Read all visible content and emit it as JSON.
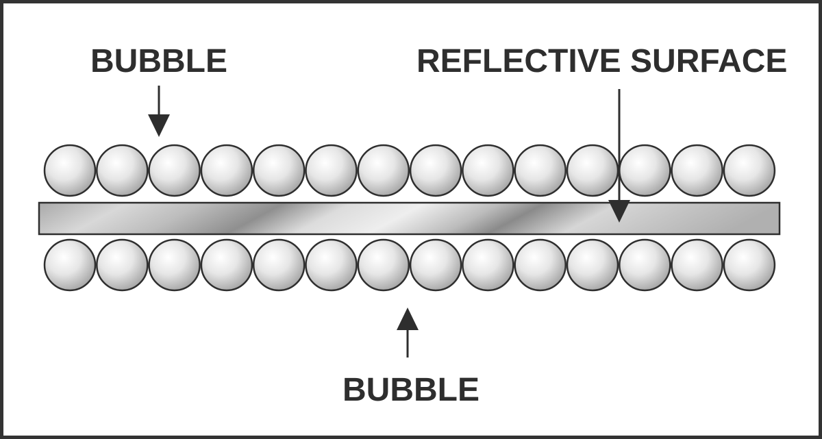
{
  "labels": {
    "top_bubble": "BUBBLE",
    "reflective_surface": "REFLECTIVE SURFACE",
    "bottom_bubble": "BUBBLE"
  },
  "layers": {
    "top_row_count": 14,
    "bottom_row_count": 14
  },
  "colors": {
    "ink": "#2e2e2e",
    "frame": "#333333",
    "bubble_fill": "#e8e8e8",
    "surface_fill": "#c9c9c9",
    "background": "#ffffff"
  },
  "icons": {
    "bubble_arrow": "arrow-down-icon",
    "surface_arrow": "arrow-down-icon",
    "bottom_arrow": "arrow-up-icon"
  }
}
